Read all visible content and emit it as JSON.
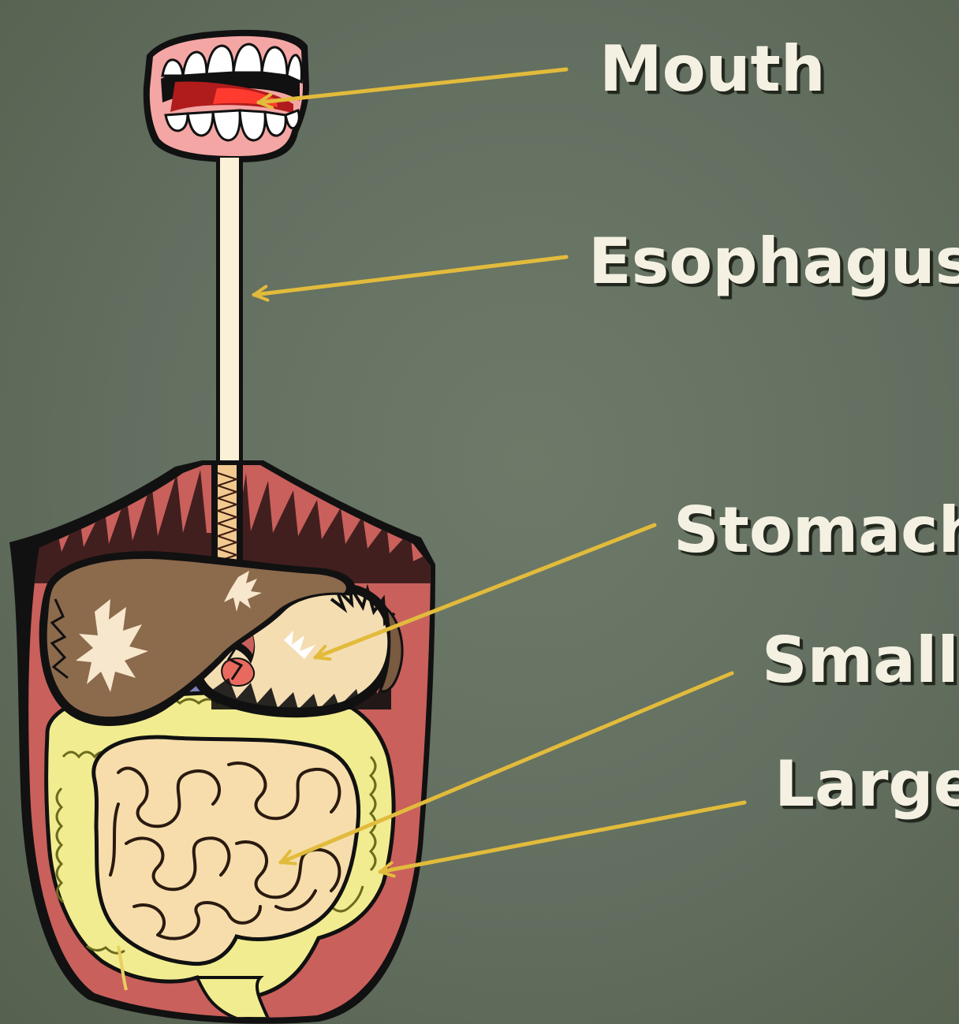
{
  "labels": {
    "mouth": "Mouth",
    "esophagus": "Esophagus",
    "stomach": "Stomach",
    "small": "Small",
    "large": "Large"
  },
  "colors": {
    "background": "#626e5f",
    "arrow": "#e2bb3c",
    "label_text": "#f4f1e2",
    "body_wall": "#c9605c",
    "liver": "#8c6a4c",
    "stomach": "#f5ddb2",
    "small_intestine": "#f6ddab",
    "large_intestine": "#f1ec8f",
    "esophagus": "#fbf1d7"
  },
  "icons": [
    "teeth-icon",
    "digestive-organs-icon"
  ]
}
